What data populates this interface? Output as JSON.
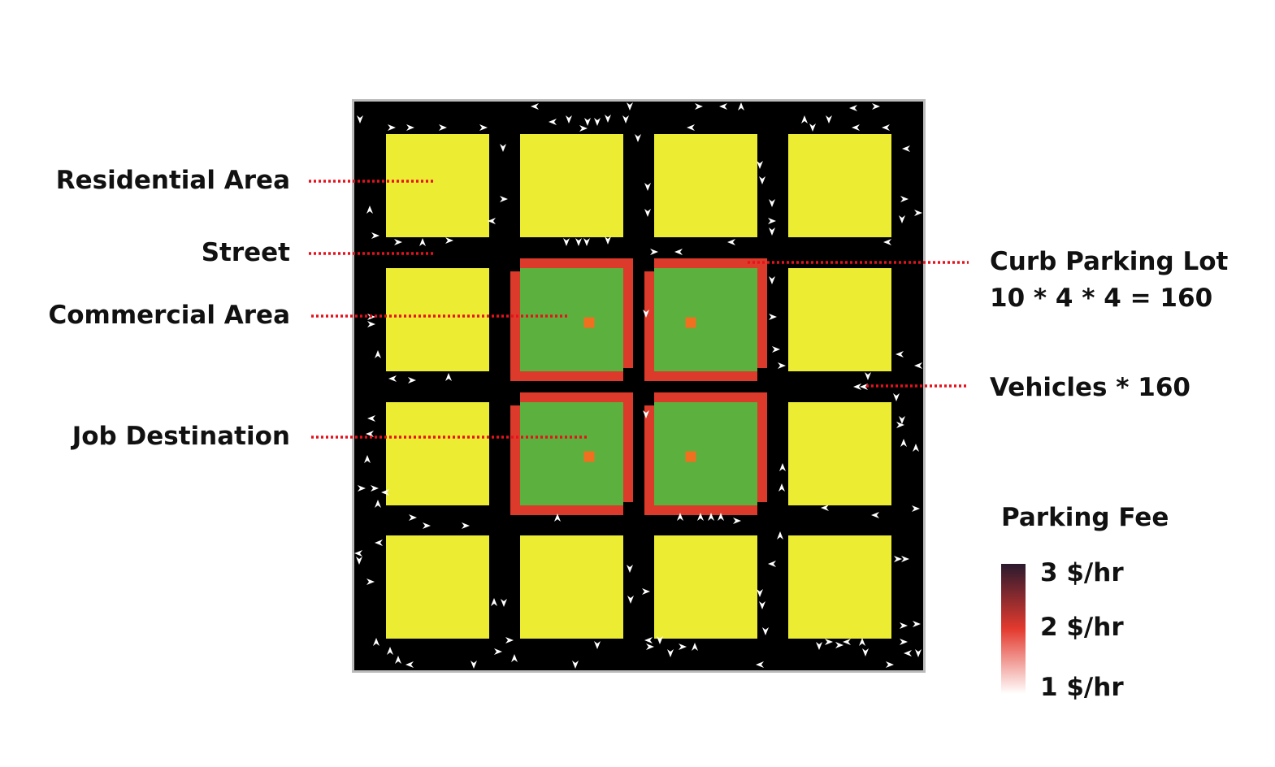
{
  "labels": {
    "residential": "Residential Area",
    "street": "Street",
    "commercial": "Commercial Area",
    "job": "Job Destination",
    "curb_line1": "Curb Parking Lot",
    "curb_line2": "10 * 4 * 4 = 160",
    "vehicles": "Vehicles * 160"
  },
  "legend": {
    "title": "Parking Fee",
    "ticks": [
      "3 $/hr",
      "2 $/hr",
      "1 $/hr"
    ],
    "colors": [
      "#2a1a2e",
      "#e33a2e",
      "#ffffff"
    ]
  },
  "grid": {
    "rows": 4,
    "cols": 4,
    "commercial_blocks": [
      [
        1,
        1
      ],
      [
        1,
        2
      ],
      [
        2,
        1
      ],
      [
        2,
        2
      ]
    ]
  },
  "colors": {
    "street": "#000000",
    "residential": "#ecec33",
    "commercial": "#5cb03e",
    "parking": "#dc3a2a",
    "job": "#f07020",
    "vehicle": "#ffffff",
    "leader": "#e8111b"
  }
}
